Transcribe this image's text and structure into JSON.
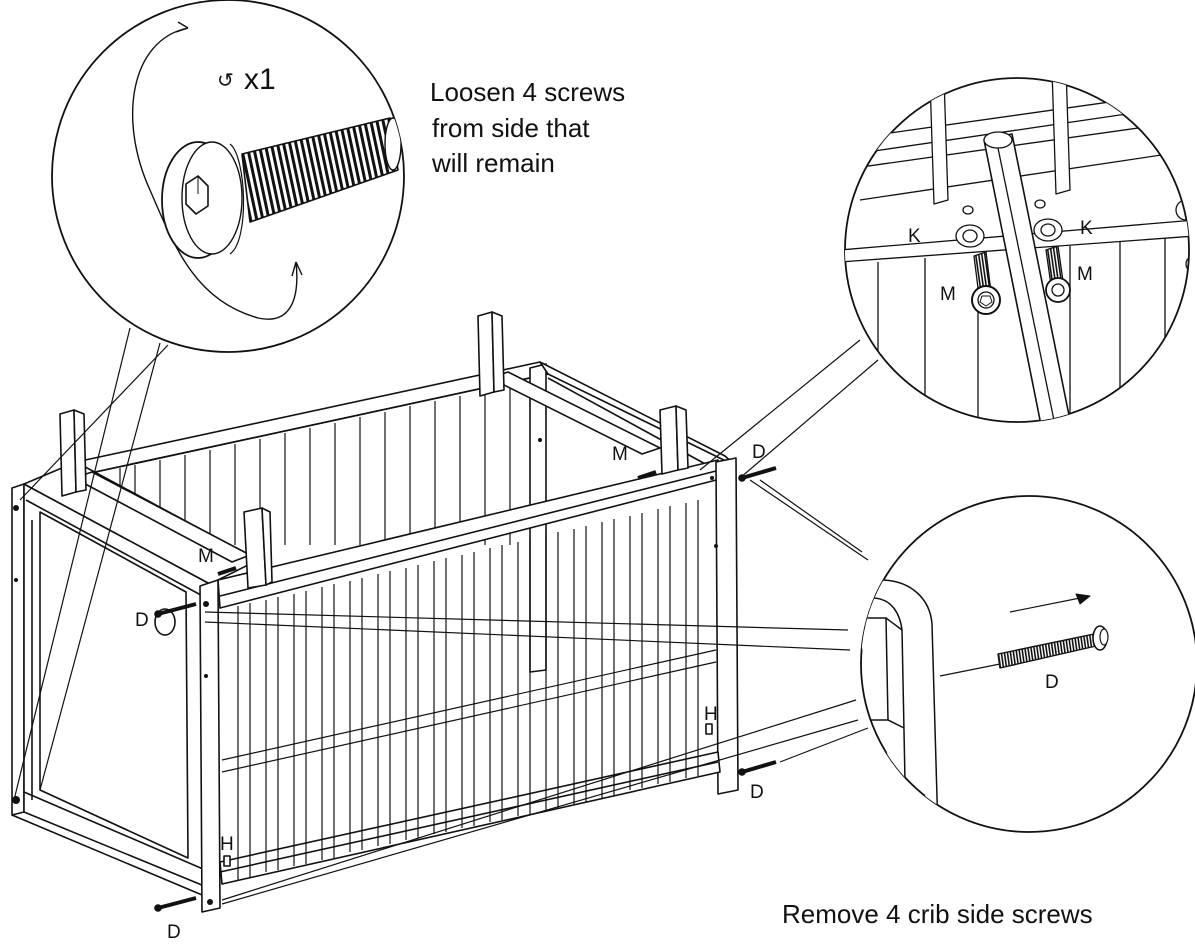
{
  "instructions": {
    "loosen_lines": [
      "Loosen 4 screws",
      "from side that",
      "will remain"
    ],
    "remove": "Remove 4 crib side screws"
  },
  "rotation": {
    "symbol": "↺",
    "count": "x1"
  },
  "part_labels": {
    "screw_d": "D",
    "bolt_m": "M",
    "washer_k": "K",
    "hole_h": "H"
  },
  "colors": {
    "ink": "#111111",
    "paper": "#ffffff",
    "shade": "#f0f0f0"
  }
}
